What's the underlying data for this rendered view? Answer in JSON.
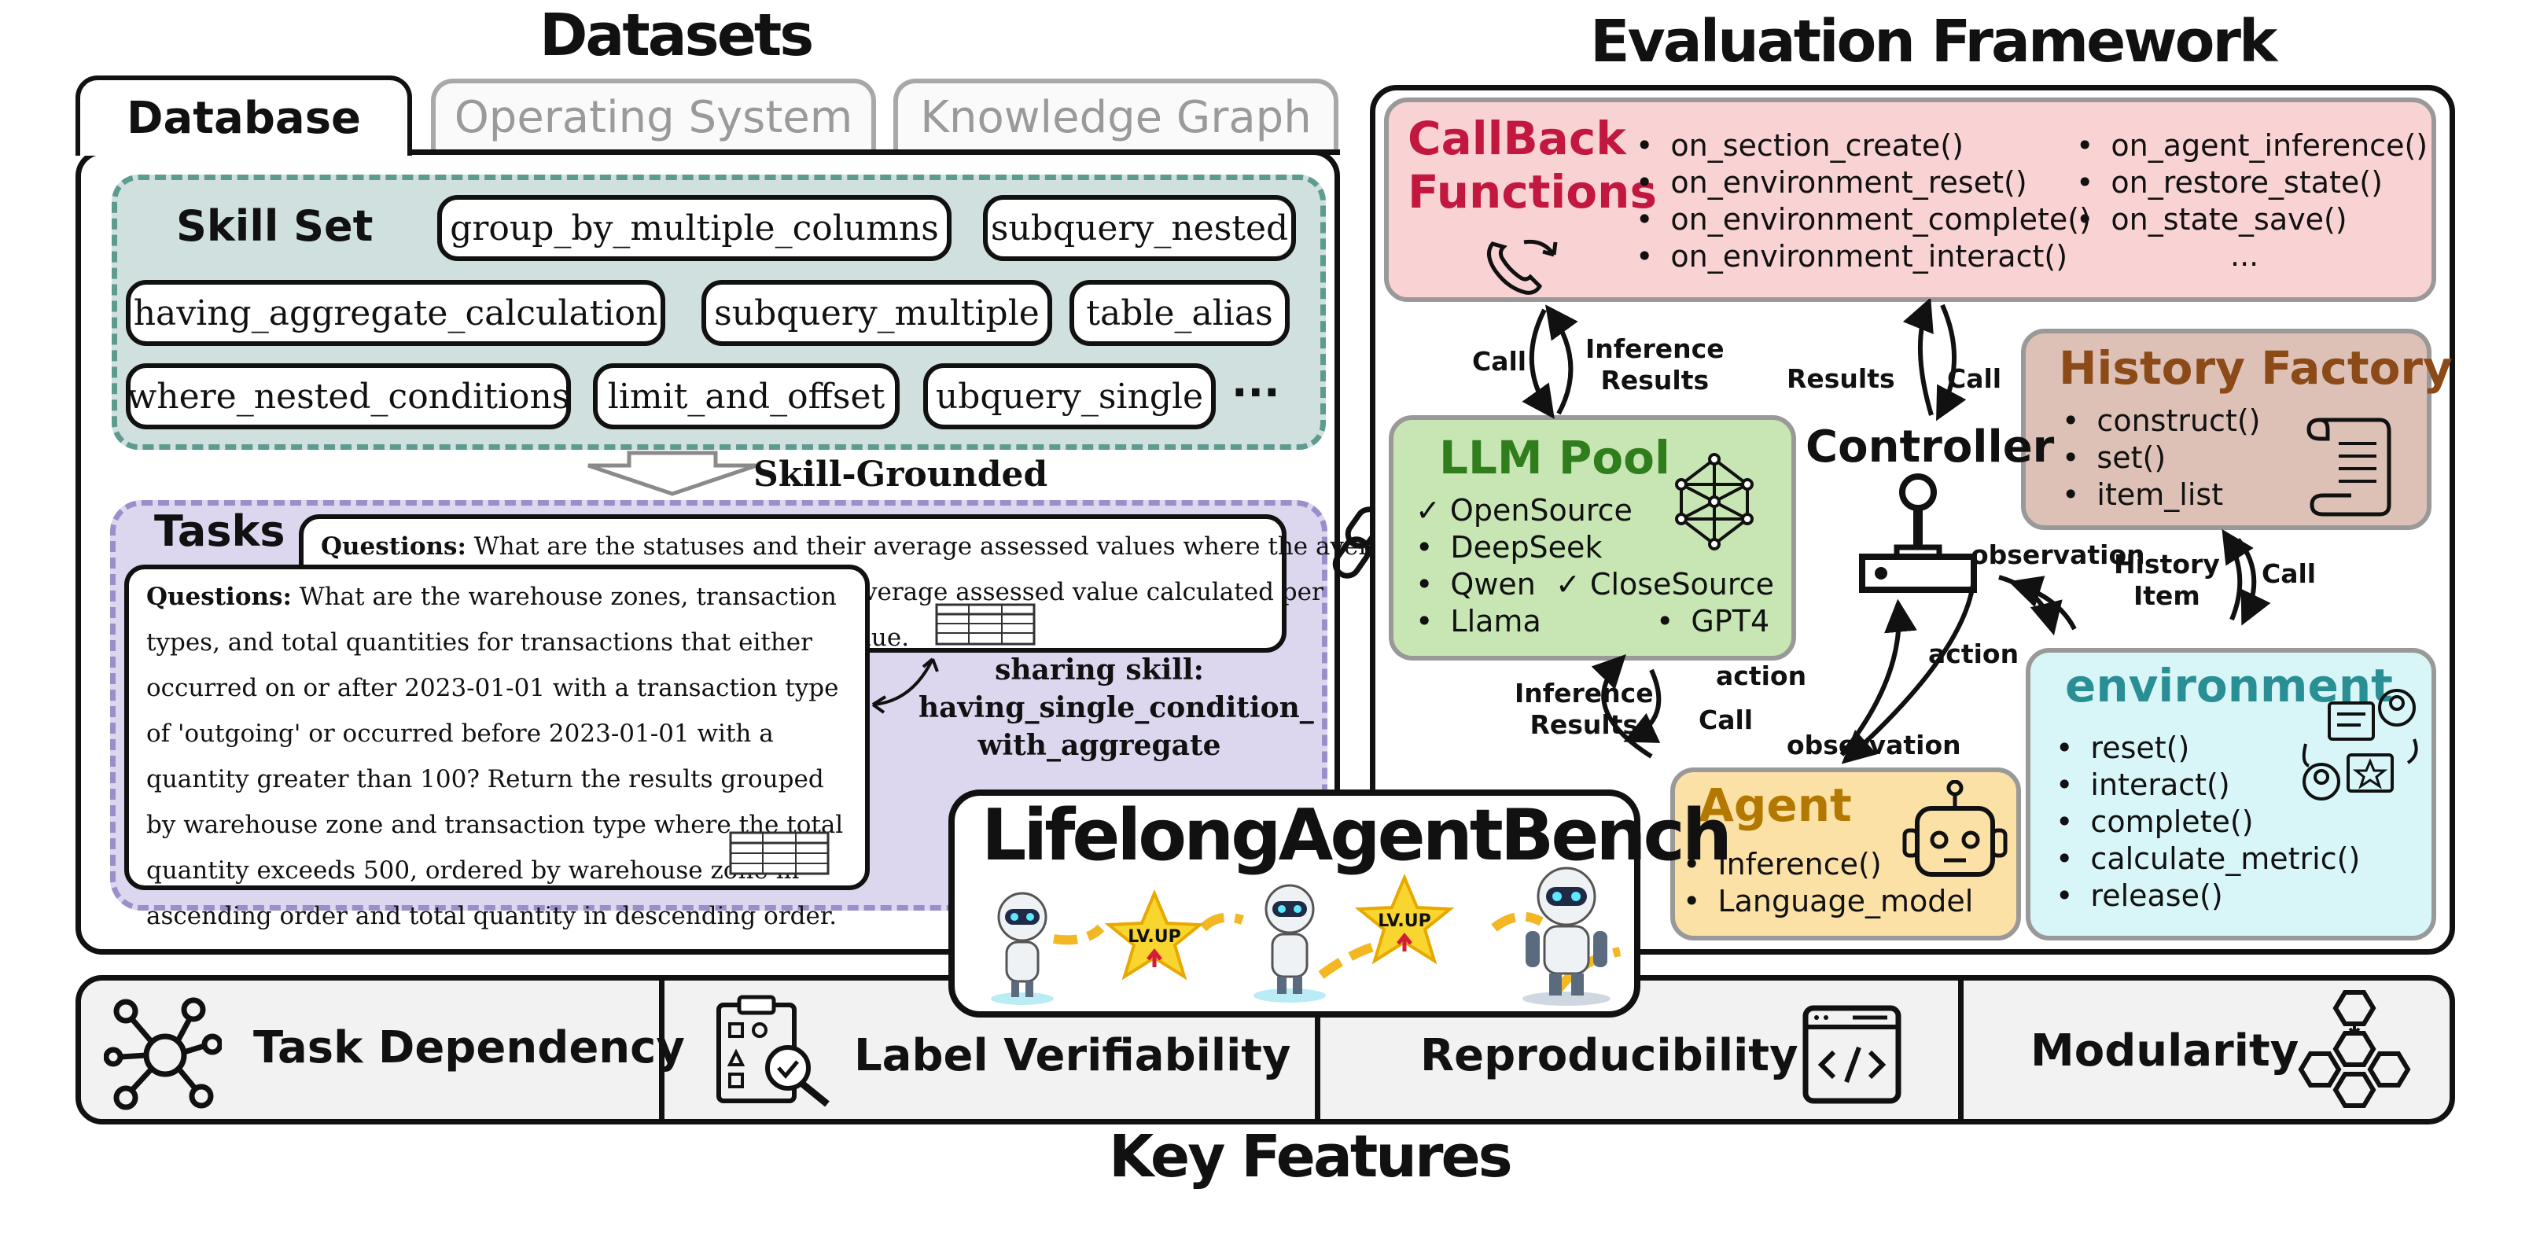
{
  "titles": {
    "datasets": "Datasets",
    "evaluation": "Evaluation Framework",
    "key_features": "Key Features",
    "bench": "LifelongAgentBench"
  },
  "tabs": [
    "Database",
    "Operating System",
    "Knowledge Graph"
  ],
  "skill_set": {
    "label": "Skill Set",
    "skills": [
      "group_by_multiple_columns",
      "subquery_nested",
      "having_aggregate_calculation",
      "subquery_multiple",
      "table_alias",
      "where_nested_conditions",
      "limit_and_offset",
      "ubquery_single"
    ],
    "more": "···"
  },
  "skill_grounded": "Skill-Grounded",
  "tasks": {
    "label": "Tasks",
    "back_q_label": "Questions:",
    "back_q_line1": " What are the statuses and their average assessed values where the average",
    "back_q_line2": "verage assessed value calculated per",
    "back_q_line3": "lue.",
    "front_q_label": "Questions:",
    "front_q_text": " What are the warehouse zones, transaction types, and total quantities for transactions that either occurred on or after 2023-01-01 with a transaction type of 'outgoing' or occurred before 2023-01-01 with a quantity greater than 100? Return the results grouped by warehouse zone and transaction type where the total quantity exceeds 500, ordered by warehouse zone in ascending order and total quantity in descending order.",
    "sharing_line1": "sharing skill:",
    "sharing_line2": "having_single_condition_",
    "sharing_line3": "with_aggregate"
  },
  "callback": {
    "title_line1": "CallBack",
    "title_line2": "Functions",
    "col1": [
      "on_section_create()",
      "on_environment_reset()",
      "on_environment_complete()",
      "on_environment_interact()"
    ],
    "col2": [
      "on_agent_inference()",
      "on_restore_state()",
      "on_state_save()"
    ],
    "more": "..."
  },
  "llm_pool": {
    "title": "LLM Pool",
    "open": [
      "OpenSource",
      "DeepSeek",
      "Qwen",
      "Llama"
    ],
    "close_label": "CloseSource",
    "close": [
      "GPT4"
    ]
  },
  "history": {
    "title": "History Factory",
    "items": [
      "construct()",
      "set()",
      "item_list"
    ]
  },
  "controller": "Controller",
  "agent": {
    "title": "Agent",
    "items": [
      "Inference()",
      "Language_model"
    ]
  },
  "environment": {
    "title": "environment",
    "items": [
      "reset()",
      "interact()",
      "complete()",
      "calculate_metric()",
      "release()"
    ]
  },
  "edges": {
    "call_cb_llm": "Call",
    "inference_results_cb_line1": "Inference",
    "inference_results_cb_line2": "Results",
    "results_ctrl": "Results",
    "call_ctrl": "Call",
    "observation_env": "observation",
    "action_env": "action",
    "history_item_line1": "History",
    "history_item_line2": "Item",
    "call_hist": "Call",
    "inference_results_agent_line1": "Inference",
    "inference_results_agent_line2": "Results",
    "call_agent": "Call",
    "action_agent": "action",
    "observation_agent": "observation"
  },
  "level_up": "LV.UP",
  "features": [
    "Task Dependency",
    "Label Verifiability",
    "Reproducibility",
    "Modularity"
  ],
  "colors": {
    "callback": "#f9d3d3",
    "llm": "#c8e6b4",
    "history": "#ddc1b6",
    "agent": "#fbe1a6",
    "environment": "#d8f6f8",
    "skillset": "#cfe0de",
    "tasks": "#dcd6ee",
    "features": "#f2f2f2",
    "callback_title": "#c2183f",
    "llm_title": "#2f7d1c",
    "history_title": "#8b4a17",
    "agent_title": "#b37800",
    "env_title": "#2a8f95"
  },
  "icons": [
    "phone-icon",
    "neural-network-icon",
    "scroll-icon",
    "joystick-icon",
    "robot-icon",
    "env-people-icon",
    "network-icon",
    "clipboard-check-icon",
    "code-window-icon",
    "hexagons-icon",
    "link-icon",
    "table-icon",
    "robot-mascot-icon",
    "star-icon"
  ]
}
